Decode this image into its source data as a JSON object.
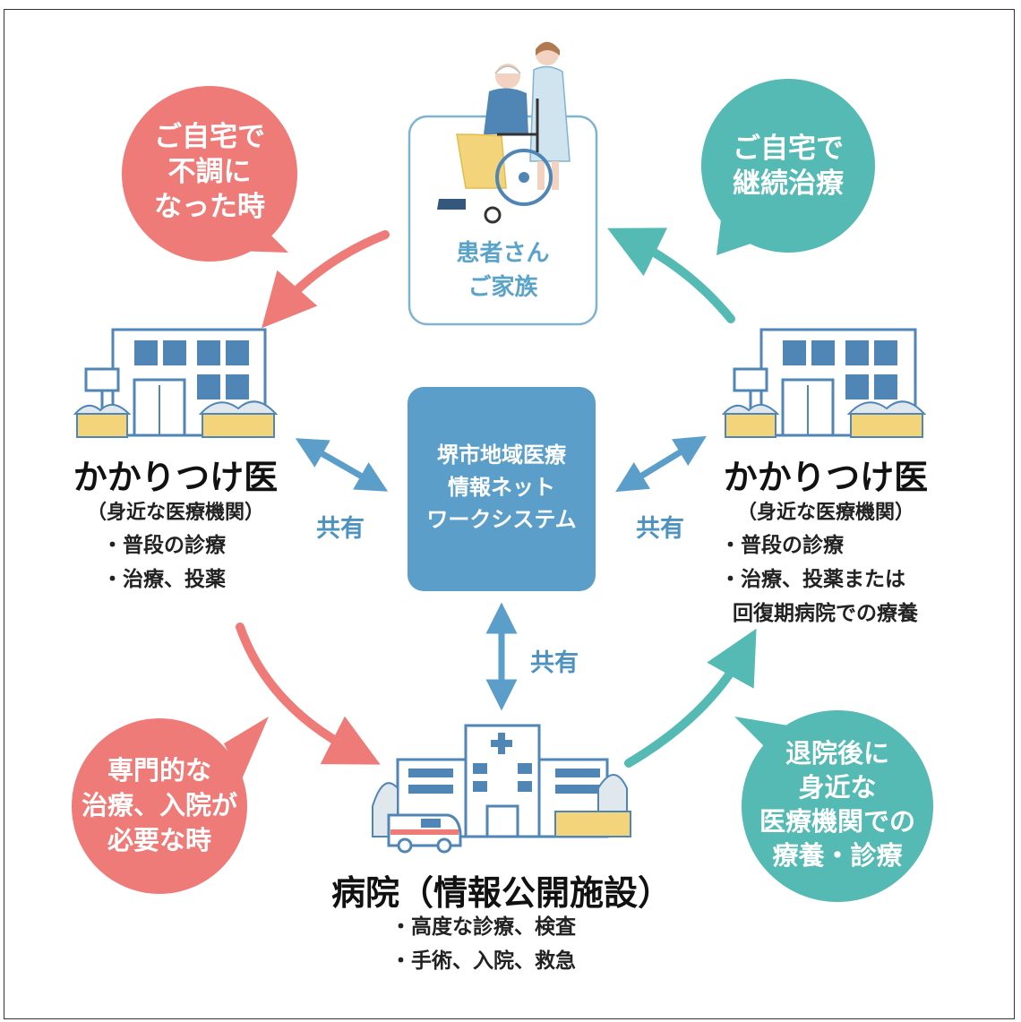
{
  "center": {
    "lines": [
      "堺市地域医療",
      "情報ネット",
      "ワークシステム"
    ]
  },
  "patient": {
    "lines": [
      "患者さん",
      "ご家族"
    ]
  },
  "bubbles": {
    "top_left": {
      "lines": [
        "ご自宅で",
        "不調に",
        "なった時"
      ],
      "color": "#ee7b78"
    },
    "top_right": {
      "lines": [
        "ご自宅で",
        "継続治療"
      ],
      "color": "#55bab3"
    },
    "bottom_left": {
      "lines": [
        "専門的な",
        "治療、入院が",
        "必要な時"
      ],
      "color": "#ee7b78"
    },
    "bottom_right": {
      "lines": [
        "退院後に",
        "身近な",
        "医療機関での",
        "療養・診療"
      ],
      "color": "#55bab3"
    }
  },
  "share_label": "共有",
  "left_clinic": {
    "title": "かかりつけ医",
    "subtitle": "（身近な医療機関）",
    "items": [
      "・普段の診療",
      "・治療、投薬"
    ]
  },
  "right_clinic": {
    "title": "かかりつけ医",
    "subtitle": "（身近な医療機関）",
    "items": [
      "・普段の診療",
      "・治療、投薬または",
      "回復期病院での療養"
    ]
  },
  "hospital": {
    "title": "病院（情報公開施設）",
    "items": [
      "・高度な診療、検査",
      "・手術、入院、救急"
    ]
  },
  "colors": {
    "pink": "#ee7b78",
    "teal": "#55bab3",
    "blue_box": "#5b9ec9",
    "share_text": "#4e93c0",
    "arrow_blue": "#5b9ec9"
  },
  "icons": [
    "wheelchair-patient-illustration",
    "clinic-building-icon",
    "hospital-building-icon",
    "ambulance-icon"
  ]
}
